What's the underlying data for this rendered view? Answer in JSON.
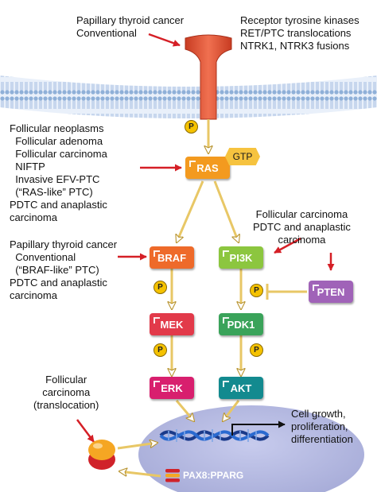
{
  "colors": {
    "membrane": "#b8cde8",
    "membrane_head": "#8fb0d8",
    "receptor": "#e65a3a",
    "nucleus": "#b4b8e0",
    "arrow_red": "#d51f26",
    "arrow_yellow": "#e8c766",
    "phosphate": "#f5c200",
    "ras": "#f39a1f",
    "gtp": "#f6c33f",
    "braf": "#ee6a2a",
    "pi3k": "#8cc63f",
    "pten": "#a063b8",
    "mek": "#e23a4a",
    "pdk1": "#3aa35a",
    "erk": "#d81f6e",
    "akt": "#138a8f"
  },
  "labels": {
    "ptc_conventional_top": [
      "Papillary thyroid cancer",
      "Conventional"
    ],
    "rtk": [
      "Receptor tyrosine kinases",
      "RET/PTC translocations",
      "NTRK1, NTRK3 fusions"
    ],
    "follicular_neoplasms": [
      "Follicular neoplasms",
      "  Follicular adenoma",
      "  Follicular carcinoma",
      "  NIFTP",
      "  Invasive EFV-PTC",
      "  (“RAS-like” PTC)",
      "PDTC and anaplastic",
      "carcinoma"
    ],
    "pi3k_pten_cancers": [
      "Follicular carcinoma",
      "PDTC and anaplastic",
      "carcinoma"
    ],
    "braf_cancers": [
      "Papillary thyroid cancer",
      "  Conventional",
      "  (“BRAF-like” PTC)",
      "PDTC and anaplastic",
      "carcinoma"
    ],
    "follicular_translocation": [
      "Follicular",
      "carcinoma",
      "(translocation)"
    ],
    "outcomes": [
      "Cell growth,",
      "proliferation,",
      "differentiation"
    ]
  },
  "nodes": {
    "ras": "RAS",
    "gtp": "GTP",
    "braf": "BRAF",
    "pi3k": "PI3K",
    "pten": "PTEN",
    "mek": "MEK",
    "pdk1": "PDK1",
    "erk": "ERK",
    "akt": "AKT",
    "fusion": "PAX8:PPARG"
  },
  "phosphate_symbol": "P"
}
